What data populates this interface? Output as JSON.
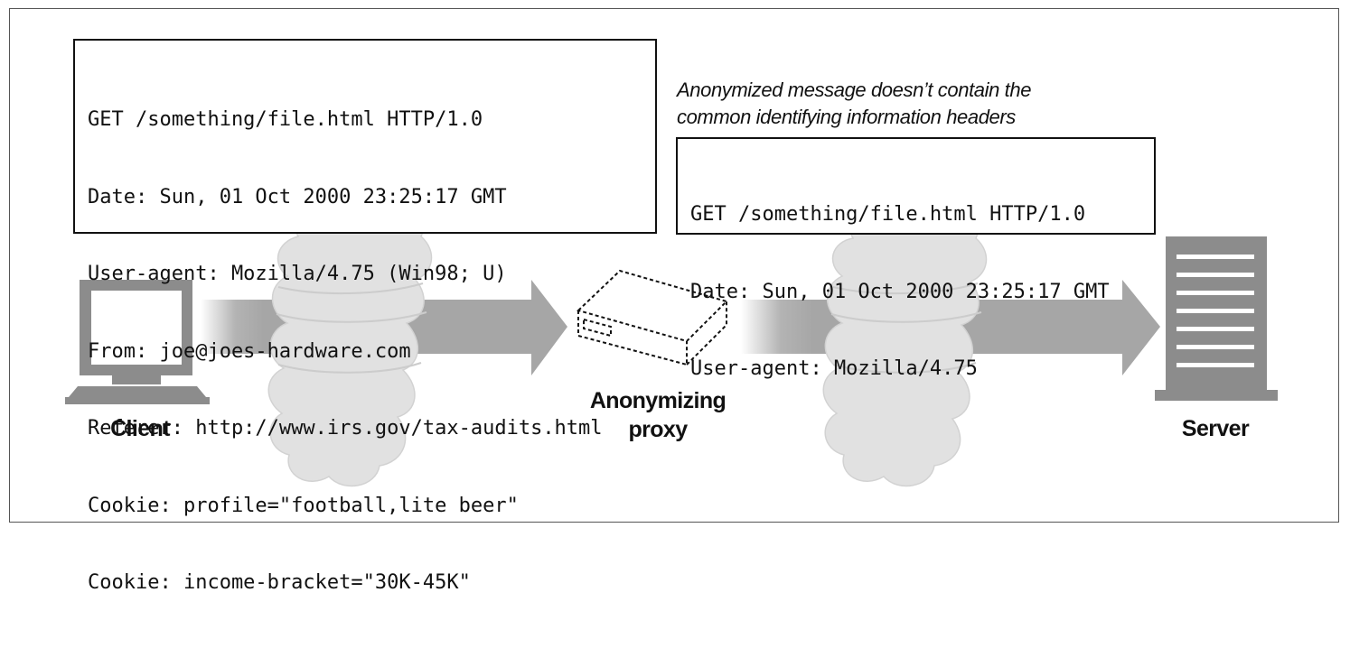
{
  "original_message": {
    "lines": [
      "GET /something/file.html HTTP/1.0",
      "Date: Sun, 01 Oct 2000 23:25:17 GMT",
      "User-agent: Mozilla/4.75 (Win98; U)",
      "From: joe@joes-hardware.com",
      "Referer: http://www.irs.gov/tax-audits.html",
      "Cookie: profile=\"football,lite beer\"",
      "Cookie: income-bracket=\"30K-45K\""
    ]
  },
  "anonymized_message": {
    "caption_lines": [
      "Anonymized message doesn’t contain the",
      "common identifying information headers"
    ],
    "lines": [
      "GET /something/file.html HTTP/1.0",
      "Date: Sun, 01 Oct 2000 23:25:17 GMT",
      "User-agent: Mozilla/4.75"
    ]
  },
  "nodes": {
    "client_label": "Client",
    "proxy_label_lines": [
      "Anonymizing",
      "proxy"
    ],
    "server_label": "Server"
  },
  "icons": {
    "client": "computer-monitor-icon",
    "proxy": "proxy-box-icon",
    "server": "server-tower-icon",
    "network": "cloud-icon",
    "flow": "arrow-right-icon"
  },
  "colors": {
    "arrow": "#a6a6a6",
    "cloud": "#e1e1e1",
    "device": "#8c8c8c",
    "text": "#111111"
  }
}
